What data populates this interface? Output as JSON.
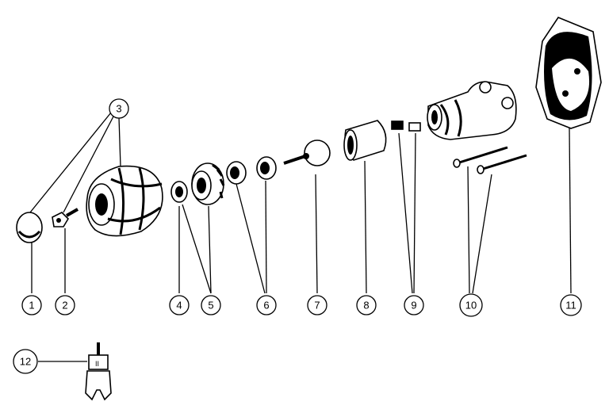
{
  "callouts": [
    {
      "id": "1",
      "label": "1"
    },
    {
      "id": "2",
      "label": "2"
    },
    {
      "id": "3",
      "label": "3"
    },
    {
      "id": "4",
      "label": "4"
    },
    {
      "id": "5",
      "label": "5"
    },
    {
      "id": "6",
      "label": "6"
    },
    {
      "id": "7",
      "label": "7"
    },
    {
      "id": "8",
      "label": "8"
    },
    {
      "id": "9",
      "label": "9"
    },
    {
      "id": "10",
      "label": "10"
    },
    {
      "id": "11",
      "label": "11"
    },
    {
      "id": "12",
      "label": "12"
    }
  ],
  "parts": [
    {
      "id": "1",
      "icon": "cap-icon"
    },
    {
      "id": "2",
      "icon": "screw-icon"
    },
    {
      "id": "3",
      "icon": "handle-knob-icon"
    },
    {
      "id": "4",
      "icon": "washer-icon"
    },
    {
      "id": "5",
      "icon": "bonnet-nut-icon"
    },
    {
      "id": "6",
      "icon": "seat-ring-icon"
    },
    {
      "id": "7",
      "icon": "ball-stem-icon"
    },
    {
      "id": "8",
      "icon": "sleeve-icon"
    },
    {
      "id": "9",
      "icon": "spring-seat-icon"
    },
    {
      "id": "10",
      "icon": "long-screw-icon"
    },
    {
      "id": "11",
      "icon": "escutcheon-plate-icon"
    },
    {
      "id": "12",
      "icon": "wrench-tool-icon"
    }
  ],
  "colors": {
    "ink": "#000000",
    "paper": "#ffffff"
  }
}
